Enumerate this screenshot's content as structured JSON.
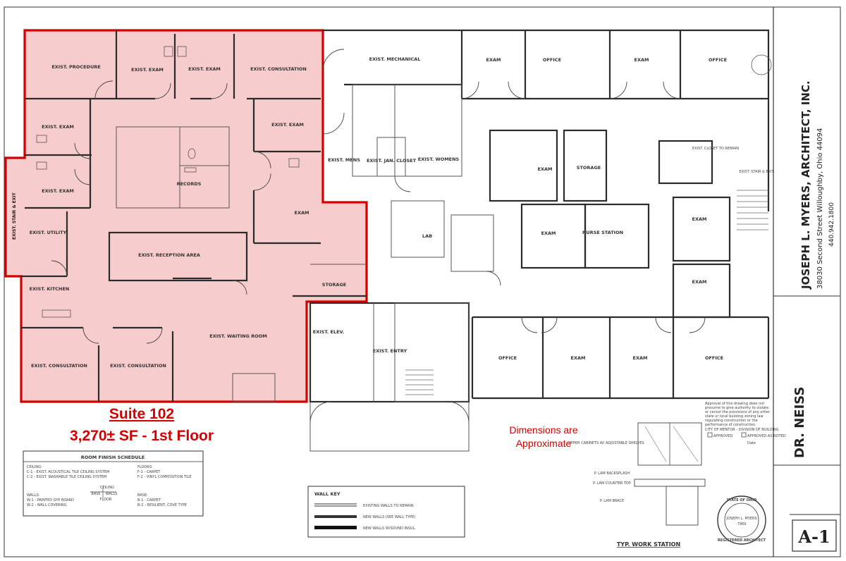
{
  "suite": {
    "name": "Suite 102",
    "area": "3,270± SF - 1st Floor",
    "highlight_color": "#f7cccc",
    "outline_color": "#d40000"
  },
  "notes": {
    "dimensions": [
      "Dimensions are",
      "Approximate"
    ]
  },
  "rooms": {
    "procedure": "EXIST. PROCEDURE",
    "exam_a": "EXIST. EXAM",
    "exam_b": "EXIST. EXAM",
    "consult_top": "EXIST. CONSULTATION",
    "exam_left_1": "EXIST. EXAM",
    "exam_right": "EXIST. EXAM",
    "exam_left_2": "EXIST. EXAM",
    "records": "RECORDS",
    "utility": "EXIST. UTILITY",
    "reception": "EXIST. RECEPTION AREA",
    "exam_mid": "EXAM",
    "kitchen": "EXIST. KITCHEN",
    "storage_suite": "STORAGE",
    "waiting": "EXIST. WAITING ROOM",
    "consult_bl_1": "EXIST. CONSULTATION",
    "consult_bl_2": "EXIST. CONSULTATION",
    "mechanical": "EXIST. MECHANICAL",
    "mens": "EXIST. MENS",
    "jan_closet": "EXIST. JAN. CLOSET",
    "womens": "EXIST. WOMENS",
    "lab": "LAB",
    "elev": "EXIST. ELEV.",
    "entry": "EXIST. ENTRY",
    "exam_top_1": "EXAM",
    "office_top_1": "OFFICE",
    "exam_top_2": "EXAM",
    "office_top_2": "OFFICE",
    "exam_c1": "EXAM",
    "storage_c": "STORAGE",
    "exam_c2": "EXAM",
    "nurse_station": "NURSE STATION",
    "exam_r1": "EXAM",
    "exam_r2": "EXAM",
    "office_b1": "OFFICE",
    "exam_b1": "EXAM",
    "exam_b2": "EXAM",
    "office_b2": "OFFICE",
    "closet_r": "EXIST. CLOSET TO REMAIN",
    "stair_r": "EXIST. STAIR & EXIT",
    "stair_l": "EXIST. STAIR & EXIT"
  },
  "finish_schedule": {
    "title": "ROOM FINISH SCHEDULE",
    "ceiling_head": "CEILING:",
    "ceiling": [
      "C-1 - EXIST. ACOUSTICAL TILE CEILING SYSTEM",
      "C-2 - EXIST. WASHABLE TILE CEILING SYSTEM"
    ],
    "floors_head": "FLOORS:",
    "floors": [
      "F-1 - CARPET",
      "F-2 - VINYL COMPOSITION TILE"
    ],
    "walls_head": "WALLS:",
    "walls": [
      "W-1 - PAINTED GYP BOARD",
      "W-2 - WALL COVERING"
    ],
    "base_head": "BASE:",
    "base": [
      "B-1 - CARPET",
      "B-2 - RESILIENT, COVE TYPE"
    ],
    "key": [
      "CEILING",
      "BASE",
      "WALLS",
      "FLOOR"
    ]
  },
  "wall_key": {
    "title": "WALL KEY",
    "items": [
      "EXISTING WALLS TO REMAIN",
      "NEW WALLS (SEE WALL TYPE)",
      "NEW WALLS W/SOUND INSUL."
    ]
  },
  "workstation": {
    "title": "TYP. WORK STATION",
    "labels": [
      "UPPER CABINETS W/ ADJUSTABLE SHELVES",
      "P. LAM BACKSPLASH",
      "P. LAM COUNTER TOP",
      "P. LAM BRACE"
    ]
  },
  "approval": {
    "text": [
      "Approval of this drawing does not",
      "presume to give authority to violate",
      "or cancel the provisions of any other",
      "state or local building zoning law",
      "regulating construction or the",
      "performance of construction."
    ],
    "city": "CITY OF MENTOR - DIVISION OF BUILDING",
    "approved": "APPROVED",
    "approved_as_noted": "APPROVED AS NOTED",
    "date_label": "Date"
  },
  "seal": {
    "top": "STATE OF OHIO",
    "name": "JOSEPH L. MYERS",
    "number": "7969",
    "bottom": "REGISTERED ARCHITECT"
  },
  "title_block": {
    "firm": "JOSEPH L. MYERS, ARCHITECT, INC.",
    "address": "38030 Second Street    Willoughby, Ohio    44094",
    "phone": "440.942.1800",
    "client": "DR. NEISS",
    "sheet": "A-1"
  }
}
